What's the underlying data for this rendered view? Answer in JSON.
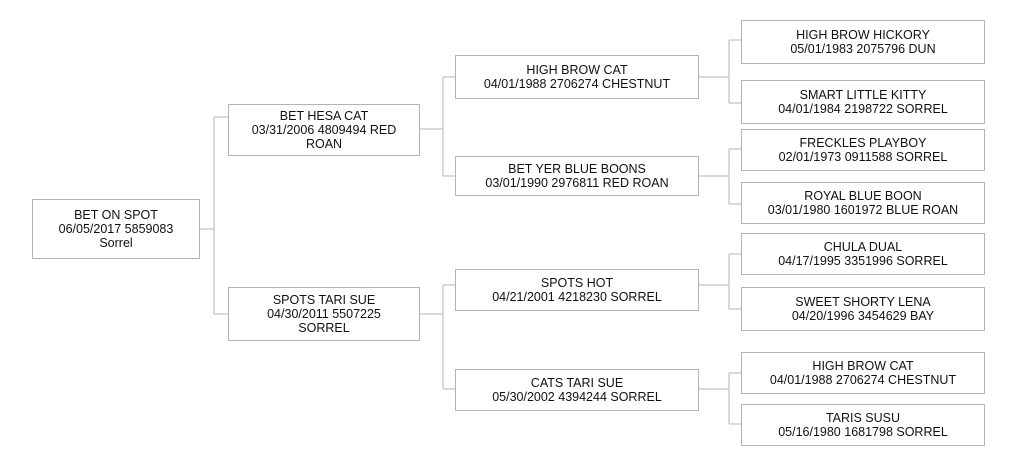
{
  "pedigree": {
    "subject": {
      "name": "BET ON SPOT",
      "details": "06/05/2017 5859083",
      "color": "Sorrel"
    },
    "sire": {
      "name": "BET HESA CAT",
      "details": "03/31/2006 4809494 RED ROAN"
    },
    "dam": {
      "name": "SPOTS TARI SUE",
      "details": "04/30/2011 5507225 SORREL"
    },
    "sire_sire": {
      "name": "HIGH BROW CAT",
      "details": "04/01/1988 2706274 CHESTNUT"
    },
    "sire_dam": {
      "name": "BET YER BLUE BOONS",
      "details": "03/01/1990 2976811 RED ROAN"
    },
    "dam_sire": {
      "name": "SPOTS HOT",
      "details": "04/21/2001 4218230 SORREL"
    },
    "dam_dam": {
      "name": "CATS TARI SUE",
      "details": "05/30/2002 4394244 SORREL"
    },
    "sire_sire_sire": {
      "name": "HIGH BROW HICKORY",
      "details": "05/01/1983 2075796 DUN"
    },
    "sire_sire_dam": {
      "name": "SMART LITTLE KITTY",
      "details": "04/01/1984 2198722 SORREL"
    },
    "sire_dam_sire": {
      "name": "FRECKLES PLAYBOY",
      "details": "02/01/1973 0911588 SORREL"
    },
    "sire_dam_dam": {
      "name": "ROYAL BLUE BOON",
      "details": "03/01/1980 1601972 BLUE ROAN"
    },
    "dam_sire_sire": {
      "name": "CHULA DUAL",
      "details": "04/17/1995 3351996 SORREL"
    },
    "dam_sire_dam": {
      "name": "SWEET SHORTY LENA",
      "details": "04/20/1996 3454629 BAY"
    },
    "dam_dam_sire": {
      "name": "HIGH BROW CAT",
      "details": "04/01/1988 2706274 CHESTNUT"
    },
    "dam_dam_dam": {
      "name": "TARIS SUSU",
      "details": "05/16/1980 1681798 SORREL"
    }
  },
  "colors": {
    "border": "#b4b4b4",
    "text": "#111111",
    "background": "#ffffff"
  }
}
